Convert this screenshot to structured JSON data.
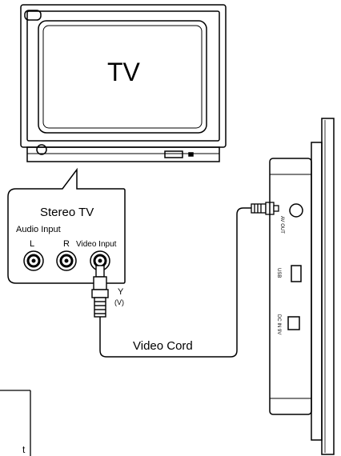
{
  "tv": {
    "screen_label": "TV"
  },
  "callout": {
    "title": "Stereo TV",
    "audio_input_label": "Audio Input",
    "left_label": "L",
    "right_label": "R",
    "video_input_label": "Video Input"
  },
  "plug": {
    "label_main": "Y",
    "label_sub": "(V)"
  },
  "cord": {
    "label": "Video Cord"
  },
  "device": {
    "av_out_label": "AV OUT",
    "usb_label": "USB",
    "dc_in_label": "DC IN 9V"
  },
  "corner_box": {
    "text": "t"
  },
  "colors": {
    "line": "#000000",
    "background": "#ffffff"
  }
}
